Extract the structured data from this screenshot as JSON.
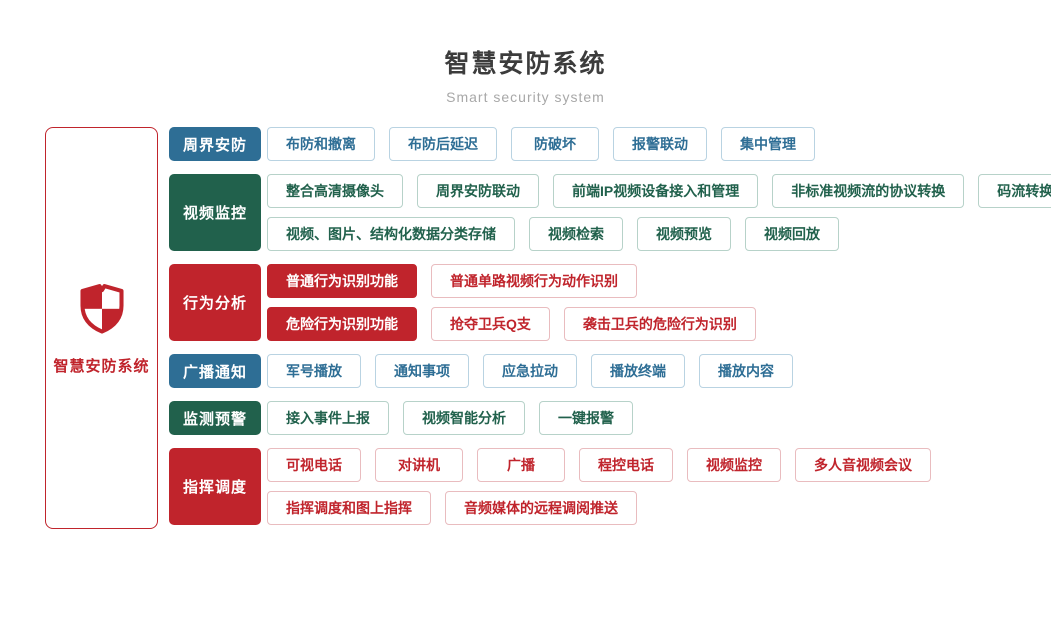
{
  "header": {
    "title": "智慧安防系统",
    "subtitle": "Smart security system"
  },
  "side_panel": {
    "icon": "shield-icon",
    "label": "智慧安防系统"
  },
  "colors": {
    "blue": "#2e6e95",
    "green": "#21614c",
    "red": "#c0242c",
    "blue_border": "#b9d3e2",
    "green_border": "#b7d2c9",
    "red_border": "#e9bcbf",
    "title_text": "#3c3c3c",
    "subtitle_text": "#a8a8a8"
  },
  "groups": [
    {
      "label": "周界安防",
      "color": "blue",
      "rows": [
        [
          {
            "label": "布防和撤离"
          },
          {
            "label": "布防后延迟"
          },
          {
            "label": "防破坏"
          },
          {
            "label": "报警联动"
          },
          {
            "label": "集中管理"
          }
        ]
      ]
    },
    {
      "label": "视频监控",
      "color": "green",
      "rows": [
        [
          {
            "label": "整合高清摄像头"
          },
          {
            "label": "周界安防联动"
          },
          {
            "label": "前端IP视频设备接入和管理"
          },
          {
            "label": "非标准视频流的协议转换"
          },
          {
            "label": "码流转换和接口转换"
          }
        ],
        [
          {
            "label": "视频、图片、结构化数据分类存储"
          },
          {
            "label": "视频检索"
          },
          {
            "label": "视频预览"
          },
          {
            "label": "视频回放"
          }
        ]
      ]
    },
    {
      "label": "行为分析",
      "color": "red",
      "rows": [
        [
          {
            "label": "普通行为识别功能",
            "filled": true
          },
          {
            "label": "普通单路视频行为动作识别"
          }
        ],
        [
          {
            "label": "危险行为识别功能",
            "filled": true
          },
          {
            "label": "抢夺卫兵Q支"
          },
          {
            "label": "袭击卫兵的危险行为识别"
          }
        ]
      ]
    },
    {
      "label": "广播通知",
      "color": "blue",
      "rows": [
        [
          {
            "label": "军号播放"
          },
          {
            "label": "通知事项"
          },
          {
            "label": "应急拉动"
          },
          {
            "label": "播放终端"
          },
          {
            "label": "播放内容"
          }
        ]
      ]
    },
    {
      "label": "监测预警",
      "color": "green",
      "rows": [
        [
          {
            "label": "接入事件上报"
          },
          {
            "label": "视频智能分析"
          },
          {
            "label": "一键报警"
          }
        ]
      ]
    },
    {
      "label": "指挥调度",
      "color": "red",
      "rows": [
        [
          {
            "label": "可视电话"
          },
          {
            "label": "对讲机"
          },
          {
            "label": "广播"
          },
          {
            "label": "程控电话"
          },
          {
            "label": "视频监控"
          },
          {
            "label": "多人音视频会议"
          }
        ],
        [
          {
            "label": "指挥调度和图上指挥"
          },
          {
            "label": "音频媒体的远程调阅推送"
          }
        ]
      ]
    }
  ]
}
